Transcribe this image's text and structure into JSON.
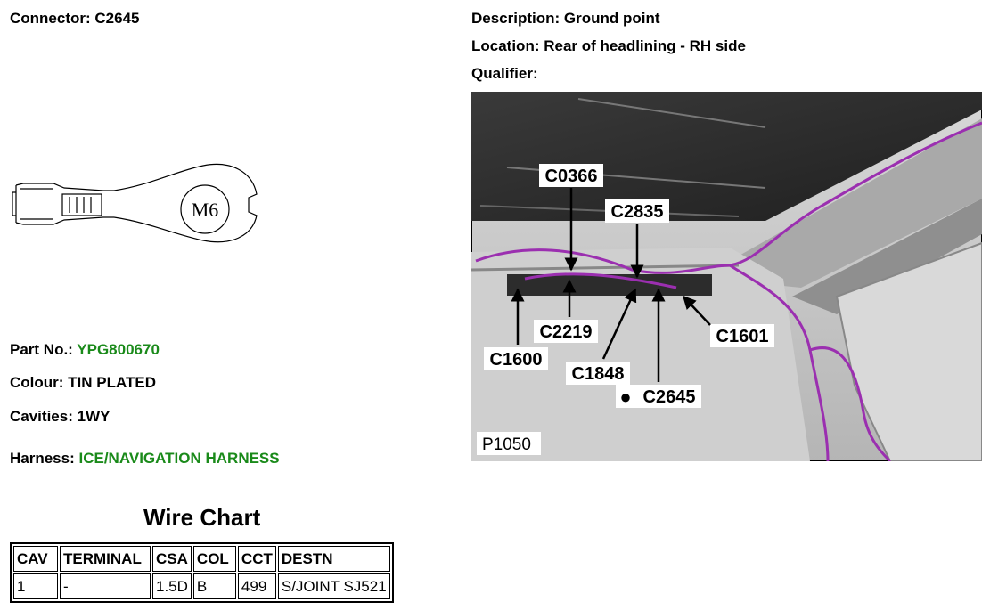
{
  "connector": {
    "label": "Connector:",
    "value": "C2645"
  },
  "description": {
    "label": "Description:",
    "value": "Ground point"
  },
  "location": {
    "label": "Location:",
    "value": "Rear of headlining - RH side"
  },
  "qualifier": {
    "label": "Qualifier:",
    "value": ""
  },
  "part_no": {
    "label": "Part No.:",
    "value": "YPG800670"
  },
  "colour": {
    "label": "Colour:",
    "value": "TIN PLATED"
  },
  "cavities": {
    "label": "Cavities:",
    "value": "1WY"
  },
  "harness": {
    "label": "Harness:",
    "value": "ICE/NAVIGATION HARNESS"
  },
  "terminal_drawing": {
    "stud_label": "M6"
  },
  "wire_chart": {
    "title": "Wire Chart",
    "headers": [
      "CAV",
      "TERMINAL",
      "CSA",
      "COL",
      "CCT",
      "DESTN"
    ],
    "rows": [
      [
        "1",
        "-",
        "1.5D",
        "B",
        "499",
        "S/JOINT SJ521"
      ]
    ]
  },
  "photo": {
    "image_id": "P1050",
    "callouts": [
      "C0366",
      "C2835",
      "C2219",
      "C1600",
      "C1848",
      "C2645",
      "C1601"
    ],
    "highlighted_marker": "●",
    "colors": {
      "harness": "#9b2fb0",
      "panel": "#c9c9c9",
      "roof": "#2b2b2b"
    }
  },
  "colors": {
    "value_green": "#1a8a1a"
  }
}
